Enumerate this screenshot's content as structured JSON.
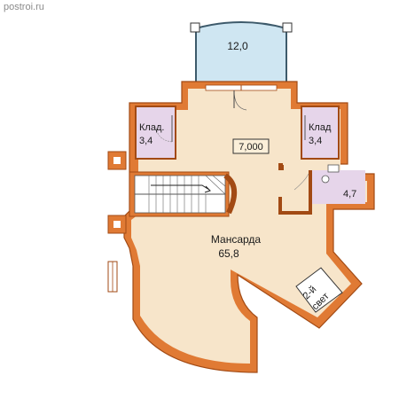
{
  "watermark": "postroi.ru",
  "elevation_mark": "7,000",
  "rooms": {
    "terrace": {
      "area": "12,0"
    },
    "storage_left": {
      "name": "Клад.",
      "area": "3,4"
    },
    "storage_right": {
      "name": "Клад",
      "area": "3,4"
    },
    "bathroom": {
      "area": "4,7"
    },
    "attic": {
      "name": "Мансарда",
      "area": "65,8"
    },
    "second_light": {
      "name_line1": "2-й",
      "name_line2": "свет"
    }
  },
  "colors": {
    "wall": "#e07a34",
    "wall_outline": "#a24a14",
    "floor": "#f7e5ca",
    "storage_floor": "#e6d5ea",
    "terrace_floor": "#cfe6f2",
    "white_void": "#ffffff"
  }
}
